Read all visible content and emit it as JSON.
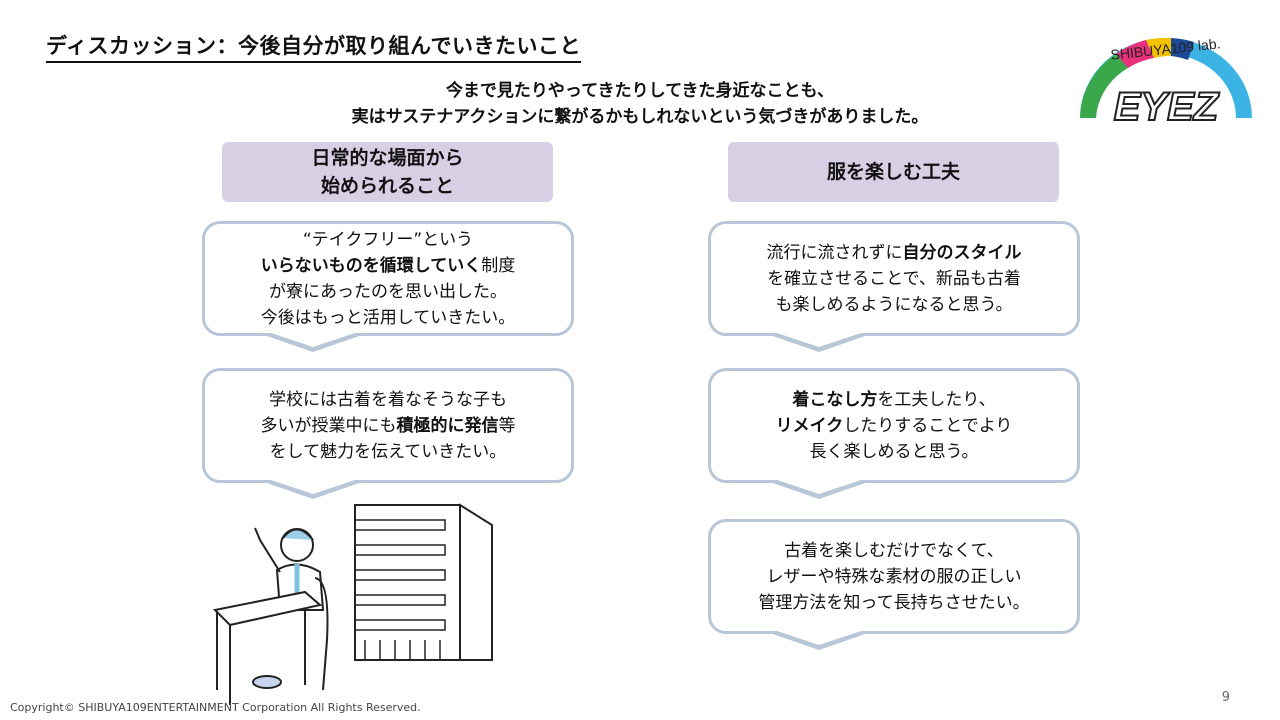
{
  "title": "ディスカッション：今後自分が取り組んでいきたいこと",
  "lead": [
    "今まで見たりやってきたりしてきた身近なことも、",
    "実はサステナアクションに繋がるかもしれないという気づきがありました。"
  ],
  "logo": {
    "top_text": "SHIBUYA109 lab.",
    "main_text": "EYEZ"
  },
  "columns": [
    {
      "header": [
        "日常的な場面から",
        "始められること"
      ]
    },
    {
      "header": [
        "服を楽しむ工夫"
      ]
    }
  ],
  "bubbles": [
    {
      "lines": [
        [
          {
            "t": "“テイクフリー”という",
            "b": false
          }
        ],
        [
          {
            "t": "いらないものを循環していく",
            "b": true
          },
          {
            "t": "制度",
            "b": false
          }
        ],
        [
          {
            "t": "が寮にあったのを思い出した。",
            "b": false
          }
        ],
        [
          {
            "t": "今後はもっと活用していきたい。",
            "b": false
          }
        ]
      ]
    },
    {
      "lines": [
        [
          {
            "t": "学校には古着を着なそうな子も",
            "b": false
          }
        ],
        [
          {
            "t": "多いが授業中にも",
            "b": false
          },
          {
            "t": "積極的に発信",
            "b": true
          },
          {
            "t": "等",
            "b": false
          }
        ],
        [
          {
            "t": "をして魅力を伝えていきたい。",
            "b": false
          }
        ]
      ]
    },
    {
      "lines": [
        [
          {
            "t": "流行に流されずに",
            "b": false
          },
          {
            "t": "自分のスタイル",
            "b": true
          }
        ],
        [
          {
            "t": "を確立させることで、新品も古着",
            "b": false
          }
        ],
        [
          {
            "t": "も楽しめるようになると思う。",
            "b": false
          }
        ]
      ]
    },
    {
      "lines": [
        [
          {
            "t": "着こなし方",
            "b": true
          },
          {
            "t": "を工夫したり、",
            "b": false
          }
        ],
        [
          {
            "t": "リメイク",
            "b": true
          },
          {
            "t": "したりすることでより",
            "b": false
          }
        ],
        [
          {
            "t": "長く楽しめると思う。",
            "b": false
          }
        ]
      ]
    },
    {
      "lines": [
        [
          {
            "t": "古着を楽しむだけでなくて、",
            "b": false
          }
        ],
        [
          {
            "t": "レザーや特殊な素材の服の正しい",
            "b": false
          }
        ],
        [
          {
            "t": "管理方法を知って長持ちさせたい。",
            "b": false
          }
        ]
      ]
    }
  ],
  "footer": "Copyright© SHIBUYA109ENTERTAINMENT Corporation All Rights Reserved.",
  "page_number": "9",
  "colors": {
    "header_bg": "#d9cfe5",
    "bubble_border": "#b8c7d7"
  }
}
